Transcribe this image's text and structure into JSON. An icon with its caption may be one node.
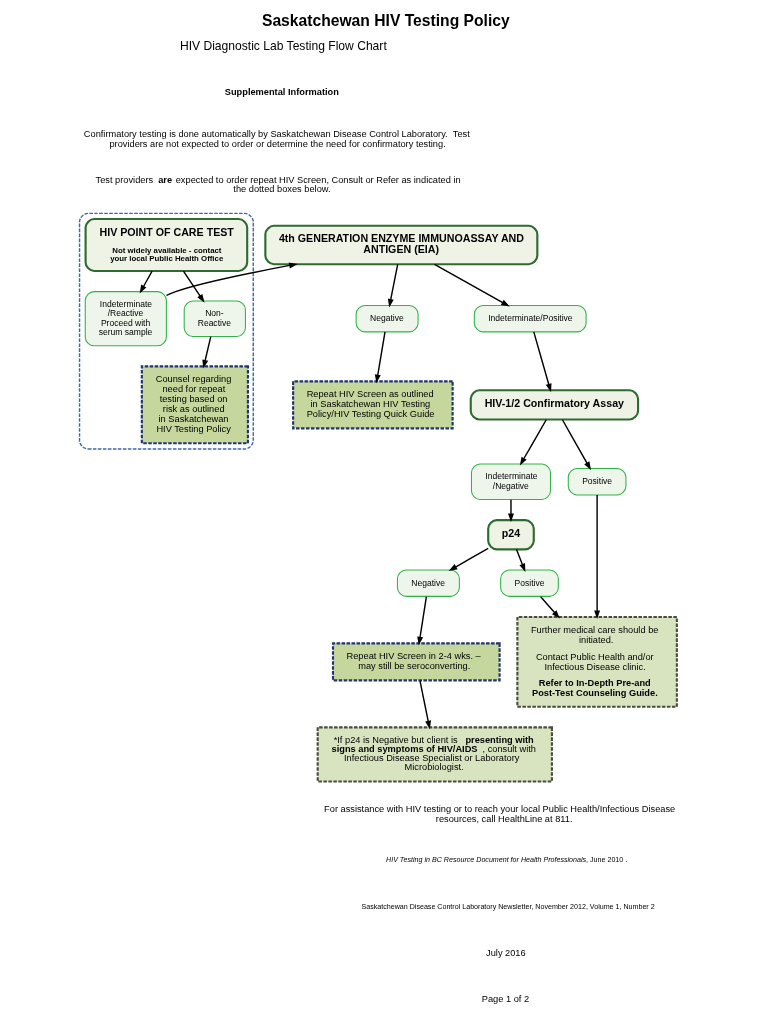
{
  "diagram": {
    "title": "Saskatchewan HIV Testing Policy",
    "nodes": [
      {
        "text": [
          "4th GENERATION ENZYME IMMUNOASSAY AND ANTIGEN (EIA)"
        ]
      },
      {
        "text": [
          "Negative"
        ]
      },
      {
        "text": [
          "Indeterminate/Positive"
        ]
      },
      {
        "text": [
          "Repeat HIV Screen as outlined in Saskatchewan HIV Testing Policy/HIV Testing Quick Guide"
        ]
      },
      {
        "text": [
          "HIV-1/2 Confirmatory Assay"
        ]
      },
      {
        "text": [
          "Indeterminate /Negative"
        ]
      },
      {
        "text": [
          "Positive"
        ]
      },
      {
        "text": [
          "p24"
        ]
      },
      {
        "text": [
          "Negative"
        ]
      },
      {
        "text": [
          "Positive"
        ]
      },
      {
        "text": [
          "Repeat HIV Screen in 2-4 wks. – may still be seroconverting."
        ]
      },
      {
        "text": [
          "*If p24 is Negative but client is **presenting with signs and symptoms of HIV/AIDS**, consult with Infectious Disease Specialist or Laboratory Microbiologist."
        ]
      },
      {
        "text": [
          "Further medical care should be initiated.",
          "Contact Public Health and/or Infectious Disease clinic.",
          "Refer to In-Depth Pre-and Post-Test Counseling Guide."
        ]
      },
      {
        "text": [],
        "shape": "box"
      },
      {
        "text": [
          "HIV POINT OF CARE TEST",
          "Not widely available - contact your local Public Health Office"
        ],
        "in": 13
      },
      {
        "text": [
          "Indeterminate /Reactive Proceed with serum sample"
        ],
        "in": 13
      },
      {
        "text": [
          "Non- Reactive"
        ],
        "in": 13
      },
      {
        "text": [
          "Counsel regarding need for repeat testing based on risk as outlined in Saskatchewan HIV Testing Policy"
        ],
        "in": 13
      }
    ],
    "edges": [
      {
        "from": 0,
        "to": 1,
        "arrow": "to"
      },
      {
        "from": 0,
        "to": 2,
        "arrow": "to"
      },
      {
        "from": 1,
        "to": 3,
        "arrow": "to"
      },
      {
        "from": 2,
        "to": 4,
        "arrow": "to"
      },
      {
        "from": 4,
        "to": 5,
        "arrow": "to"
      },
      {
        "from": 4,
        "to": 6,
        "arrow": "to"
      },
      {
        "from": 5,
        "to": 7,
        "arrow": "to"
      },
      {
        "from": 7,
        "to": 8,
        "arrow": "to"
      },
      {
        "from": 7,
        "to": 9,
        "arrow": "to"
      },
      {
        "from": 8,
        "to": 10,
        "arrow": "to"
      },
      {
        "from": 10,
        "to": 11,
        "arrow": "to"
      },
      {
        "from": 6,
        "to": 12,
        "arrow": "to"
      },
      {
        "from": 9,
        "to": 12,
        "arrow": "to"
      },
      {
        "from": 14,
        "to": 15,
        "arrow": "to"
      },
      {
        "from": 14,
        "to": 16,
        "arrow": "to"
      },
      {
        "from": 16,
        "to": 17,
        "arrow": "to"
      },
      {
        "from": 15,
        "to": 0,
        "arrow": "to"
      }
    ],
    "labels": [
      "HIV Diagnostic Lab Testing Flow Chart",
      "Supplemental Information",
      "Confirmatory testing is done automatically by Saskatchewan Disease Control Laboratory.  Test providers are not expected to order or determine the need for confirmatory testing.",
      "Test providers **are** expected to order repeat HIV Screen, Consult or Refer as indicated in the dotted boxes below.",
      "For assistance with HIV testing or to reach your local Public Health/Infectious Disease resources, call HealthLine at 811.",
      "*HIV Testing in BC Resource Document for Health Professionals*, June 2010 .",
      "Saskatchewan Disease Control Laboratory Newsletter, November 2012, Volume 1, Number 2",
      "July 2016",
      "Page 1 of 2"
    ]
  }
}
